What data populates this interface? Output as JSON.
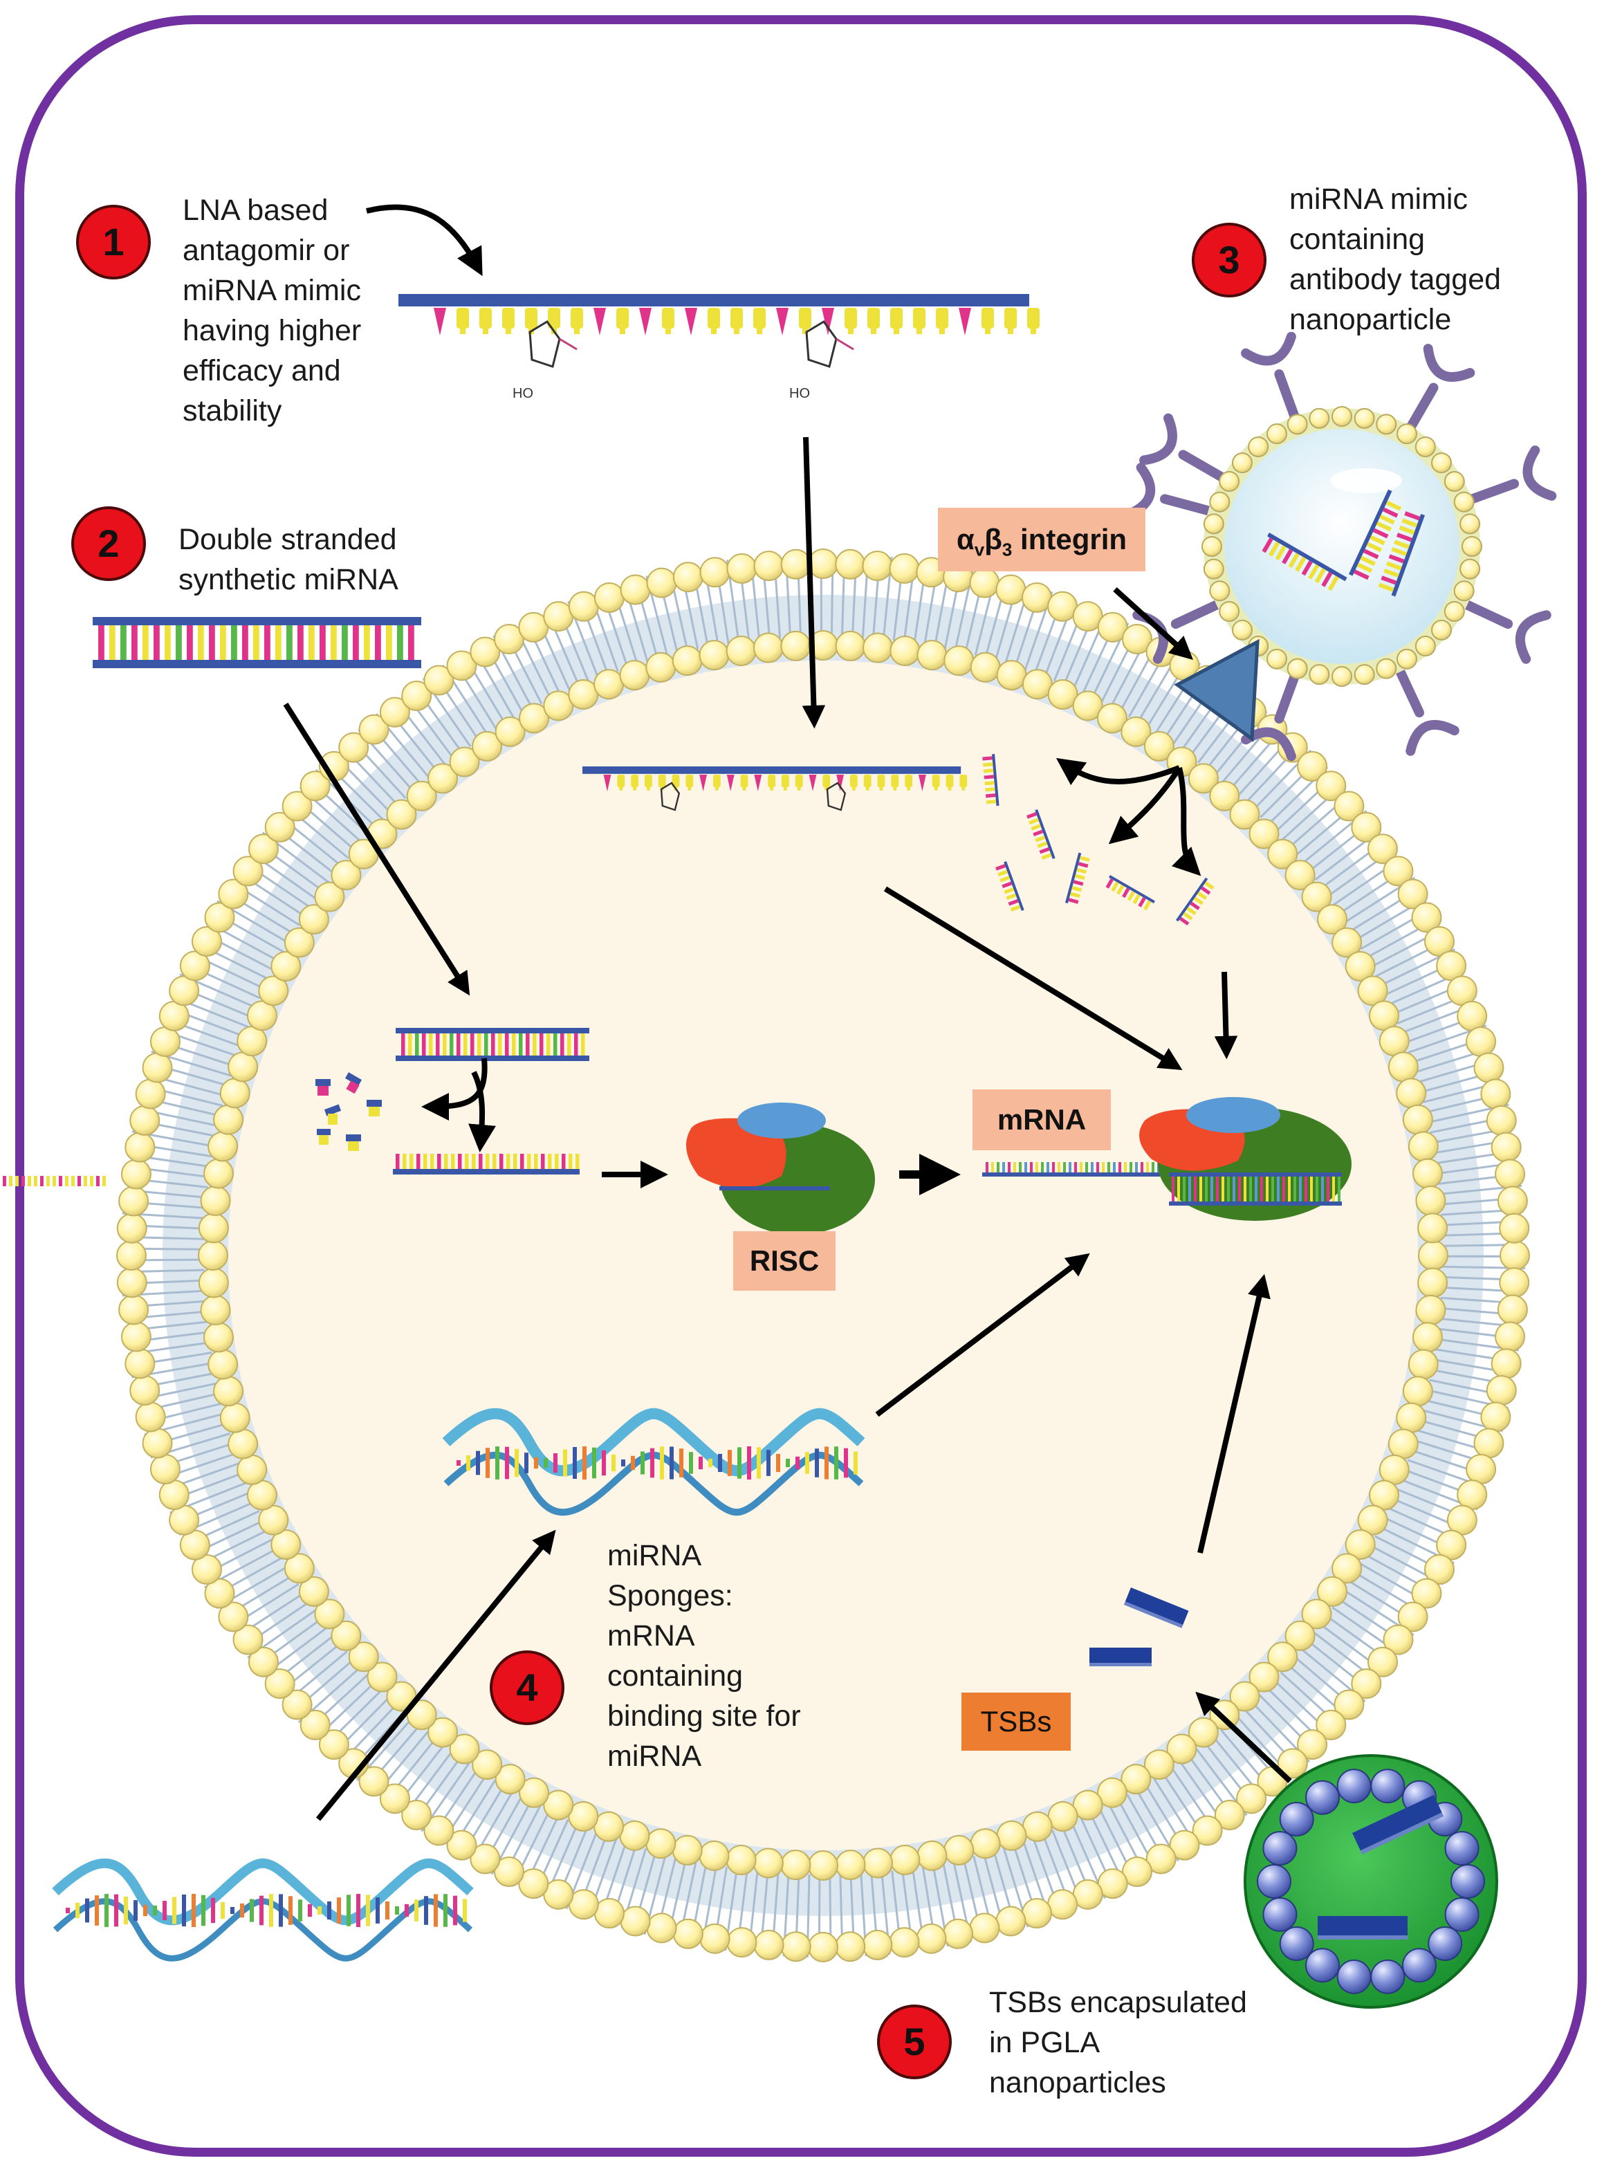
{
  "steps": [
    {
      "number": "1",
      "text": "LNA based\nantagomir or\nmiRNA mimic\nhaving higher\nefficacy and\nstability"
    },
    {
      "number": "2",
      "text": "Double stranded\nsynthetic miRNA"
    },
    {
      "number": "3",
      "text": "miRNA mimic\ncontaining\nantibody tagged\nnanoparticle"
    },
    {
      "number": "4",
      "text": "miRNA\nSponges:\nmRNA\ncontaining\nbinding site for\nmiRNA"
    },
    {
      "number": "5",
      "text": "TSBs encapsulated\nin PGLA\nnanoparticles"
    }
  ],
  "labels": {
    "integrin_alpha": "α",
    "integrin_alpha_sub": "v",
    "integrin_beta": "β",
    "integrin_beta_sub": "3",
    "integrin_rest": " integrin",
    "mrna": "mRNA",
    "risc": "RISC",
    "tsbs": "TSBs"
  },
  "colors": {
    "frame": "#7030a0",
    "cytoplasm": "#fdf5e6",
    "membrane_tail": "#c8d8e6",
    "lipid_head": "#fff2a8",
    "strand": "#3a56a6",
    "pink_base": "#e0338a",
    "yellow_base": "#eee23a",
    "badge": "#e8101a",
    "risc_body": "#3f7d23",
    "risc_red": "#ef4a2a",
    "risc_blue": "#5b9bd5",
    "antibody": "#7b6aa2",
    "receptor": "#4f7fb2",
    "pgla": "#23a23a",
    "tsb": "#1f3f9a",
    "label_light": "#f6b99a",
    "label_dark": "#ed7d31"
  }
}
